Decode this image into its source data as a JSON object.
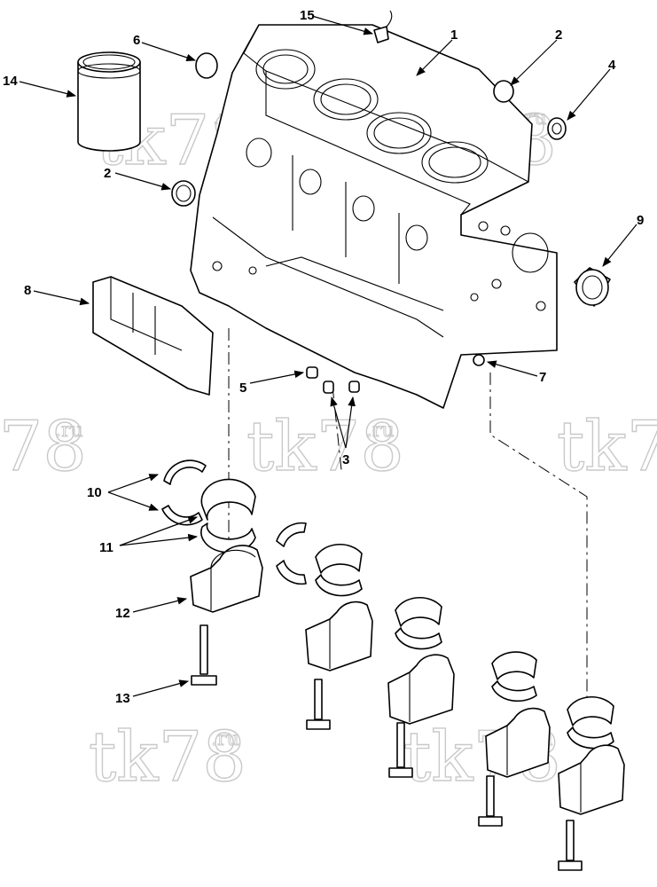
{
  "callouts": [
    {
      "id": "c1",
      "label": "1"
    },
    {
      "id": "c2a",
      "label": "2"
    },
    {
      "id": "c2b",
      "label": "2"
    },
    {
      "id": "c3",
      "label": "3"
    },
    {
      "id": "c4",
      "label": "4"
    },
    {
      "id": "c5",
      "label": "5"
    },
    {
      "id": "c6",
      "label": "6"
    },
    {
      "id": "c7",
      "label": "7"
    },
    {
      "id": "c8",
      "label": "8"
    },
    {
      "id": "c9",
      "label": "9"
    },
    {
      "id": "c10",
      "label": "10"
    },
    {
      "id": "c11",
      "label": "11"
    },
    {
      "id": "c12",
      "label": "12"
    },
    {
      "id": "c13",
      "label": "13"
    },
    {
      "id": "c14",
      "label": "14"
    },
    {
      "id": "c15",
      "label": "15"
    }
  ],
  "watermark": {
    "main": "tk78",
    "suffix": ".ru"
  }
}
